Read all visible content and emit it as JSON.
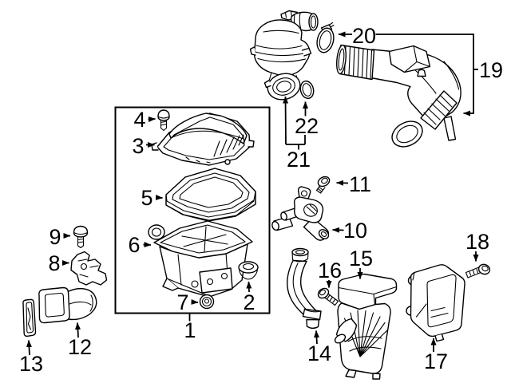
{
  "diagram": {
    "kind": "exploded-parts-diagram",
    "colors": {
      "background": "#ffffff",
      "line": "#000000"
    }
  },
  "callouts": {
    "c1": "1",
    "c2": "2",
    "c3": "3",
    "c4": "4",
    "c5": "5",
    "c6": "6",
    "c7": "7",
    "c8": "8",
    "c9": "9",
    "c10": "10",
    "c11": "11",
    "c12": "12",
    "c13": "13",
    "c14": "14",
    "c15": "15",
    "c16": "16",
    "c17": "17",
    "c18": "18",
    "c19": "19",
    "c20": "20",
    "c21": "21",
    "c22": "22"
  }
}
